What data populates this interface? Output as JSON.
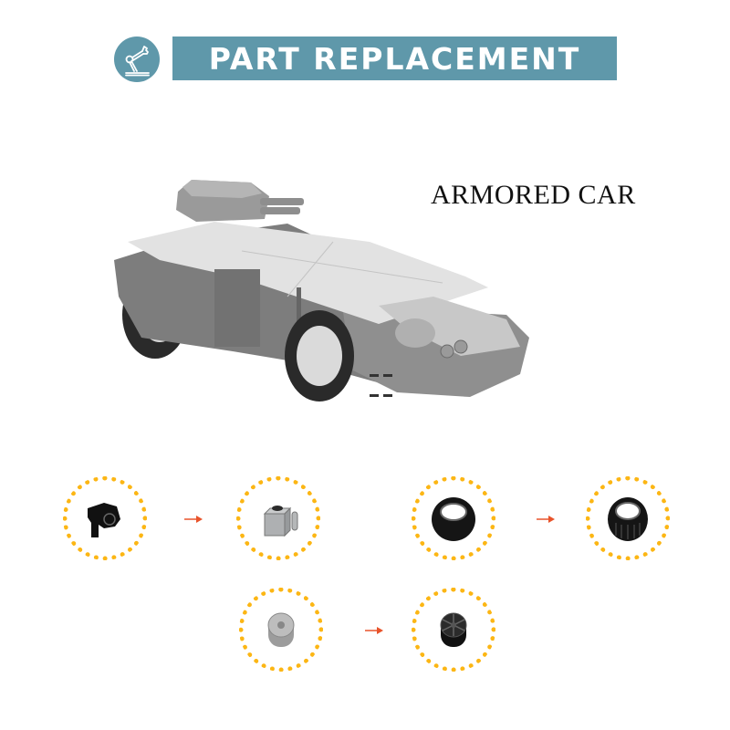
{
  "header": {
    "icon": "robot-arm-icon",
    "title": "PART REPLACEMENT",
    "accent_color": "#5f98aa"
  },
  "product": {
    "name": "ARMORED CAR",
    "image": "armored-car-render"
  },
  "replacements": [
    {
      "from": "black-blaster-part",
      "to": "light-gray-brick-with-clip"
    },
    {
      "from": "black-tire-large-tread",
      "to": "black-tire-ribbed"
    },
    {
      "from": "light-gray-wheel-rim",
      "to": "black-wheel-rim-spokes"
    }
  ],
  "colors": {
    "dotted_ring": "#fcb614",
    "arrow": "#e8532a"
  }
}
